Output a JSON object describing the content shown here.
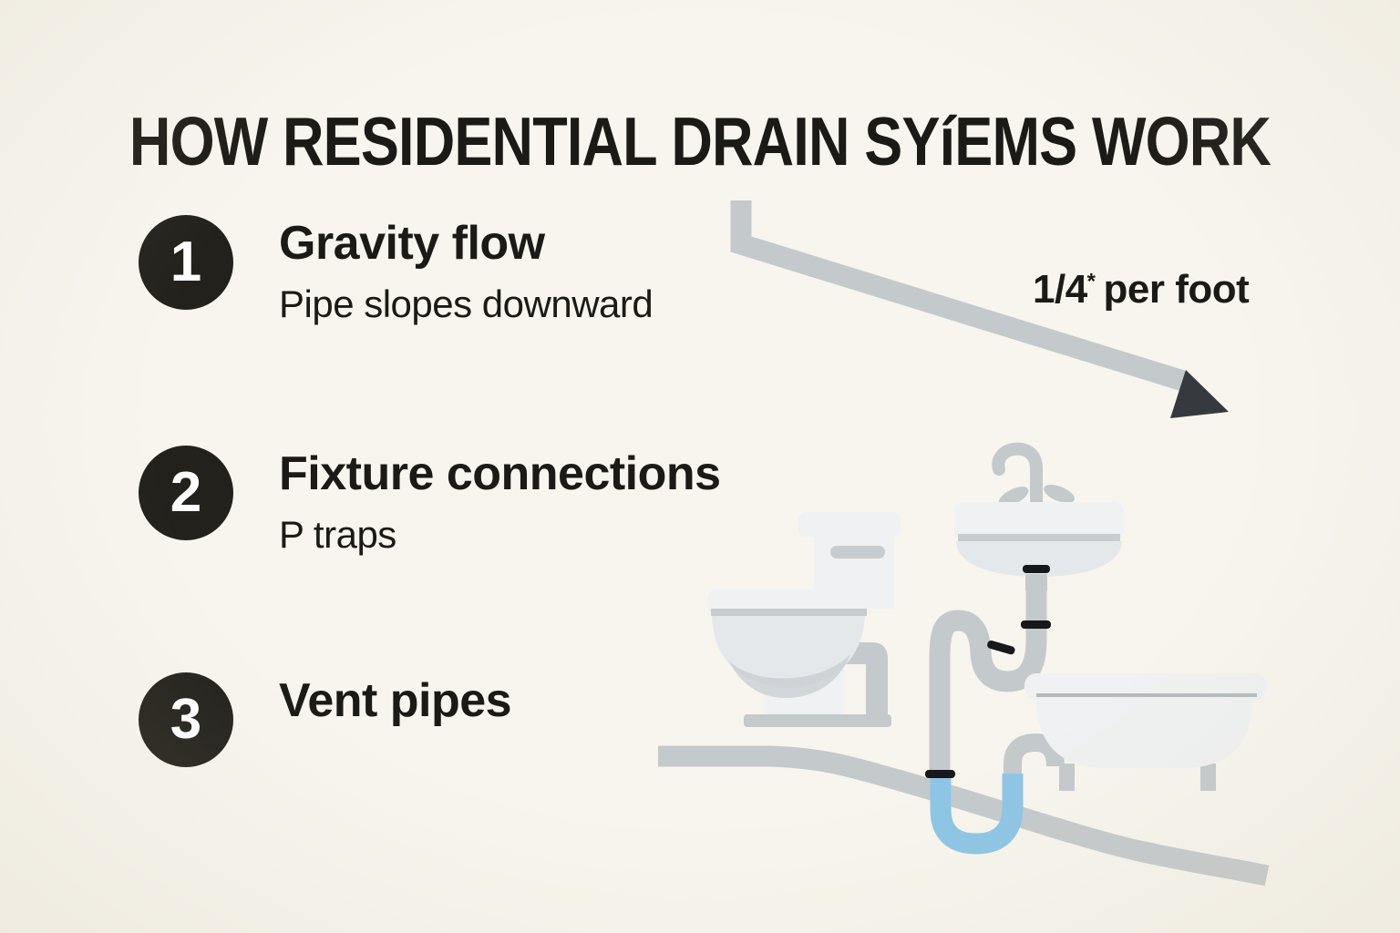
{
  "title": "HOW RESIDENTIAL DRAIN SYíEMS WORK",
  "steps": [
    {
      "number": "1",
      "title": "Gravity flow",
      "subtitle": "Pipe slopes downward"
    },
    {
      "number": "2",
      "title": "Fixture connections",
      "subtitle": "P traps"
    },
    {
      "number": "3",
      "title": "Vent pipes",
      "subtitle": ""
    }
  ],
  "slope_label": {
    "value": "1/4",
    "mark": "*",
    "suffix": "per foot"
  },
  "illustration": {
    "elements": [
      "sloped-drain-pipe-with-flow-arrow",
      "toilet",
      "sink-with-s-trap-and-couplings",
      "bathtub",
      "shared-p-trap-highlighted-blue",
      "main-drain-line"
    ]
  },
  "colors": {
    "background": "#f7f5ee",
    "ink": "#1c1a16",
    "badge_bg": "#23211c",
    "badge_number": "#ffffff",
    "pipe": "#c4c9cc",
    "trap_highlight": "#8cc5e5",
    "coupling": "#17181c",
    "arrowhead": "#36393d",
    "fixture": "#eff1f2",
    "fixture_shade": "#e4e8ea",
    "fixture_stripe": "#c7ccd0"
  }
}
